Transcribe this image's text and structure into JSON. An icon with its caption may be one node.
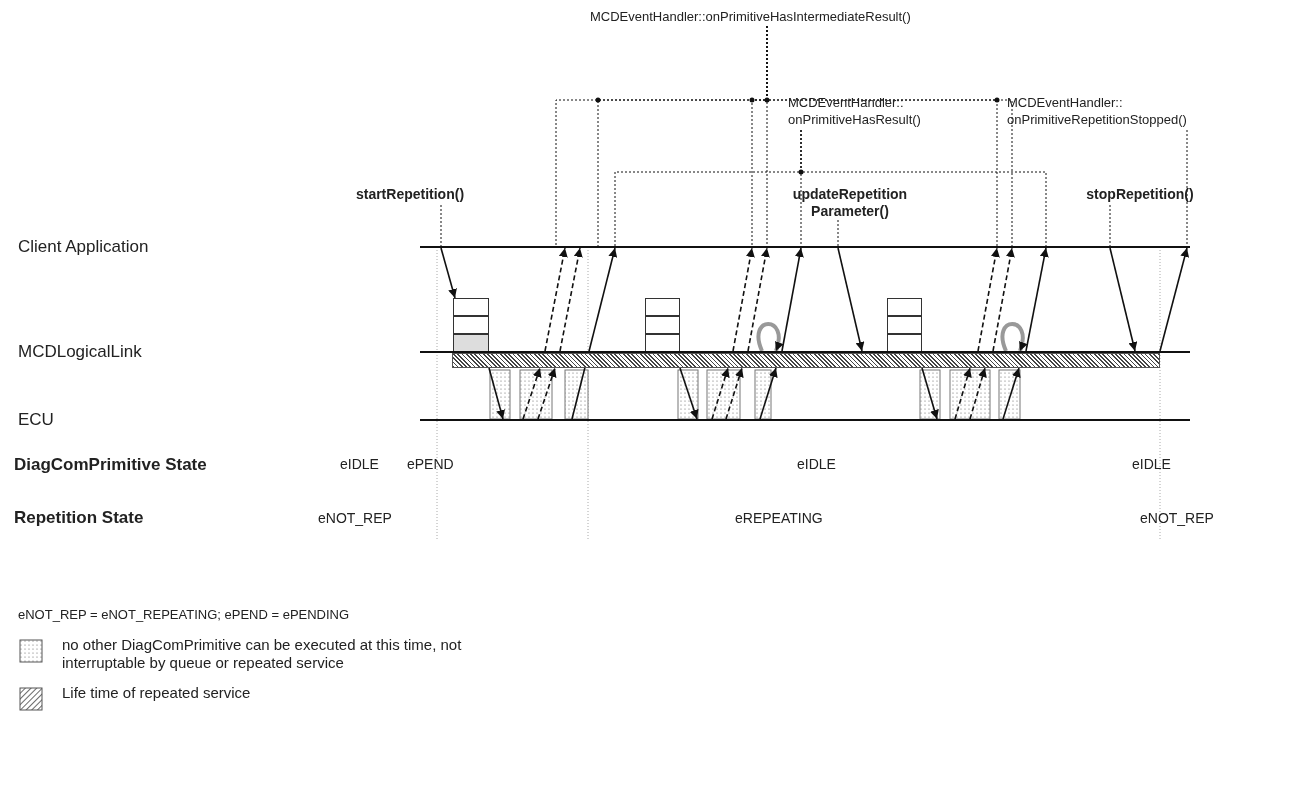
{
  "diagram": {
    "nodes": [
      {
        "text": [
          "MCDEventHandler::onPrimitiveHasIntermediateResult()"
        ]
      },
      {
        "text": [
          "MCDEventHandler:: onPrimitiveHasResult()"
        ]
      },
      {
        "text": [
          "MCDEventHandler:: onPrimitiveRepetitionStopped()"
        ]
      },
      {
        "text": [
          "startRepetition()"
        ]
      },
      {
        "text": [
          "updateRepetition Parameter()"
        ]
      },
      {
        "text": [
          "stopRepetition()"
        ]
      },
      {
        "text": [],
        "shape": "line"
      },
      {
        "text": [],
        "shape": "line"
      },
      {
        "text": [],
        "shape": "line"
      },
      {
        "text": [],
        "shape": "box"
      },
      {
        "text": [],
        "shape": "box"
      },
      {
        "text": [],
        "shape": "box"
      },
      {
        "text": [],
        "shape": "bar"
      }
    ],
    "edges": [
      {
        "from": 6,
        "to": 9,
        "arrow": "to"
      },
      {
        "from": 12,
        "to": 8,
        "arrow": "to"
      },
      {
        "from": 8,
        "to": 12,
        "arrow": "to",
        "style": "dashed"
      },
      {
        "from": 8,
        "to": 12,
        "arrow": "to",
        "style": "dashed"
      },
      {
        "from": 7,
        "to": 6,
        "arrow": "to",
        "style": "dashed"
      },
      {
        "from": 7,
        "to": 6,
        "arrow": "to",
        "style": "dashed"
      },
      {
        "from": 8,
        "to": 6,
        "arrow": "to"
      },
      {
        "from": 12,
        "to": 8,
        "arrow": "to"
      },
      {
        "from": 8,
        "to": 12,
        "arrow": "to",
        "style": "dashed"
      },
      {
        "from": 8,
        "to": 12,
        "arrow": "to",
        "style": "dashed"
      },
      {
        "from": 7,
        "to": 6,
        "arrow": "to",
        "style": "dashed"
      },
      {
        "from": 7,
        "to": 6,
        "arrow": "to",
        "style": "dashed"
      },
      {
        "from": 8,
        "to": 12,
        "arrow": "to"
      },
      {
        "from": 7,
        "to": 6,
        "arrow": "to"
      },
      {
        "from": 6,
        "to": 7,
        "arrow": "to"
      },
      {
        "from": 12,
        "to": 8,
        "arrow": "to"
      },
      {
        "from": 8,
        "to": 12,
        "arrow": "to",
        "style": "dashed"
      },
      {
        "from": 8,
        "to": 12,
        "arrow": "to",
        "style": "dashed"
      },
      {
        "from": 7,
        "to": 6,
        "arrow": "to",
        "style": "dashed"
      },
      {
        "from": 7,
        "to": 6,
        "arrow": "to",
        "style": "dashed"
      },
      {
        "from": 8,
        "to": 12,
        "arrow": "to"
      },
      {
        "from": 7,
        "to": 6,
        "arrow": "to"
      },
      {
        "from": 6,
        "to": 7,
        "arrow": "to"
      },
      {
        "from": 7,
        "to": 6,
        "arrow": "to"
      },
      {
        "from": 0,
        "to": 6,
        "arrow": "none",
        "style": "dashed"
      },
      {
        "from": 0,
        "to": 6,
        "arrow": "none",
        "style": "dashed"
      },
      {
        "from": 0,
        "to": 6,
        "arrow": "none",
        "style": "dashed"
      },
      {
        "from": 0,
        "to": 6,
        "arrow": "none",
        "style": "dashed"
      },
      {
        "from": 0,
        "to": 6,
        "arrow": "none",
        "style": "dashed"
      },
      {
        "from": 0,
        "to": 6,
        "arrow": "none",
        "style": "dashed"
      },
      {
        "from": 1,
        "to": 6,
        "arrow": "none",
        "style": "dashed"
      },
      {
        "from": 1,
        "to": 6,
        "arrow": "none",
        "style": "dashed"
      },
      {
        "from": 1,
        "to": 6,
        "arrow": "none",
        "style": "dashed"
      },
      {
        "from": 2,
        "to": 6,
        "arrow": "none",
        "style": "dashed"
      },
      {
        "from": 3,
        "to": 6,
        "arrow": "none",
        "style": "dashed"
      },
      {
        "from": 4,
        "to": 6,
        "arrow": "none",
        "style": "dashed"
      },
      {
        "from": 5,
        "to": 6,
        "arrow": "none",
        "style": "dashed"
      },
      {
        "from": 7,
        "to": 7,
        "arrow": "to",
        "style": "thick",
        "color": "#999999"
      },
      {
        "from": 7,
        "to": 7,
        "arrow": "to",
        "style": "thick",
        "color": "#999999"
      }
    ],
    "labels": [
      "Client Application",
      "MCDLogicalLink",
      "ECU",
      "DiagComPrimitive State",
      "eIDLE",
      "ePEND",
      "eIDLE",
      "eIDLE",
      "Repetition State",
      "eNOT_REP",
      "eREPEATING",
      "eNOT_REP",
      "eNOT_REP = eNOT_REPEATING; ePEND = ePENDING"
    ],
    "legend": [
      {
        "text": "no other DiagComPrimitive can be executed at this time, not interruptable by queue or repeated service"
      },
      {
        "text": "Life time of repeated service"
      }
    ]
  }
}
